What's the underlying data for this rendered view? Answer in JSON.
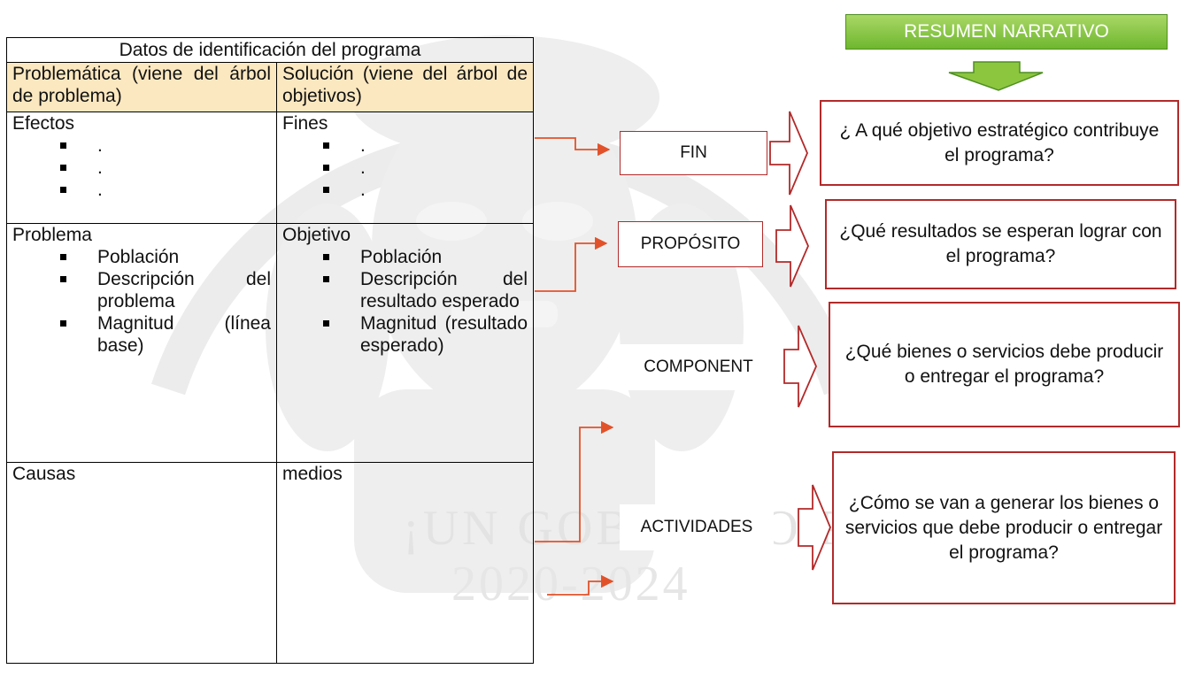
{
  "watermark": {
    "line1": "¡UN GOBIERNO PARA TODOS!",
    "line2": "2020-2024"
  },
  "table": {
    "title": "Datos de identificación del programa",
    "col_left_header": "Problemática (viene del árbol de problema)",
    "col_right_header": "Solución (viene del árbol de objetivos)",
    "row_effects": {
      "left_title": "Efectos",
      "left_items": [
        ".",
        ".",
        "."
      ],
      "right_title": "Fines",
      "right_items": [
        ".",
        ".",
        "."
      ]
    },
    "row_problem": {
      "left_title": "Problema",
      "left_items": [
        "Población",
        "Descripción del problema",
        "Magnitud (línea base)"
      ],
      "right_title": "Objetivo",
      "right_items": [
        "Población",
        "Descripción del resultado esperado",
        "Magnitud (resultado esperado)"
      ]
    },
    "row_causes": {
      "left_title": "Causas",
      "right_title": "medios"
    }
  },
  "header": "RESUMEN NARRATIVO",
  "levels": [
    {
      "label": "FIN",
      "question": "¿ A qué objetivo estratégico contribuye el programa?"
    },
    {
      "label": "PROPÓSITO",
      "question": "¿Qué resultados se esperan lograr con el programa?"
    },
    {
      "label": "COMPONENT",
      "question": "¿Qué bienes o servicios debe producir o entregar el programa?"
    },
    {
      "label": "ACTIVIDADES",
      "question": "¿Cómo se van a generar los bienes o servicios que debe producir o entregar el programa?"
    }
  ],
  "colors": {
    "arrow_red": "#e2522a",
    "box_border": "#b22a2a",
    "header_green": "#6fb72f",
    "header_fill": "#fce8c0"
  }
}
